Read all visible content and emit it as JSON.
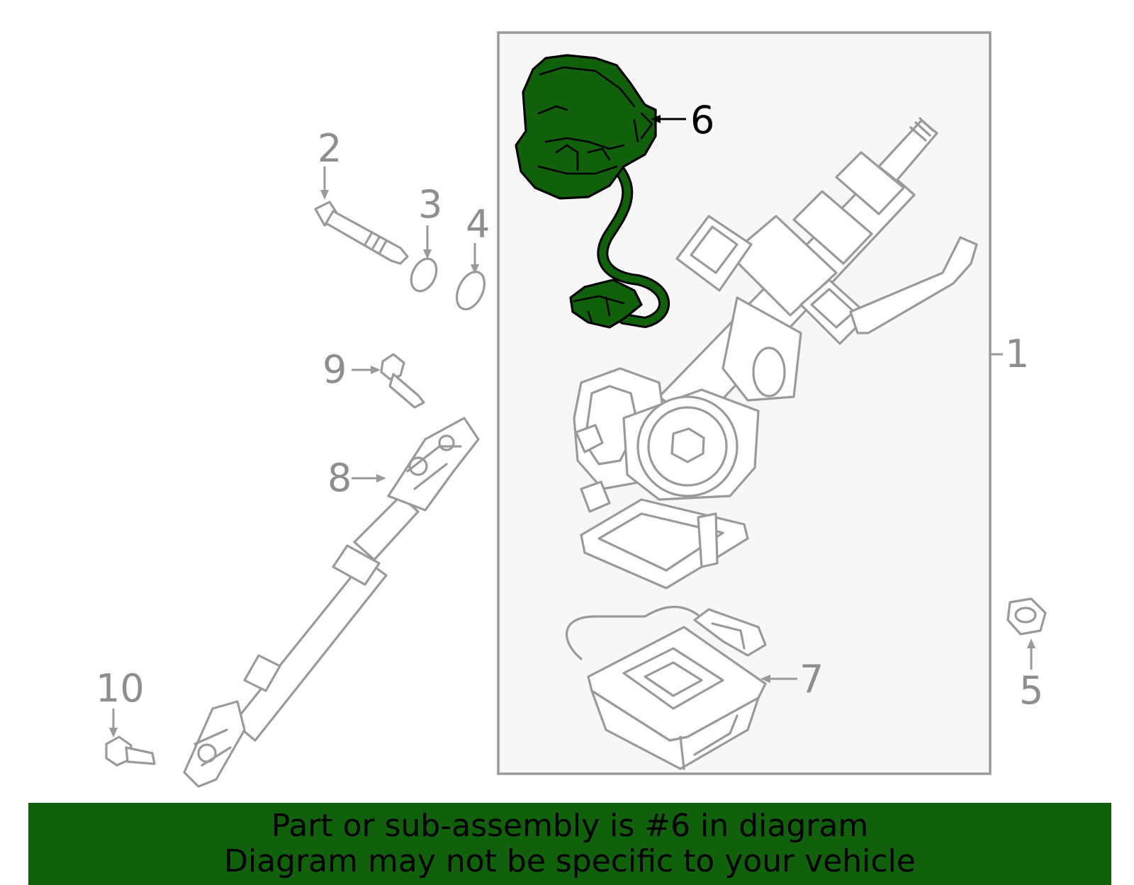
{
  "diagram": {
    "callouts": [
      {
        "id": "1",
        "label": "1"
      },
      {
        "id": "2",
        "label": "2"
      },
      {
        "id": "3",
        "label": "3"
      },
      {
        "id": "4",
        "label": "4"
      },
      {
        "id": "5",
        "label": "5"
      },
      {
        "id": "6",
        "label": "6",
        "highlighted": true
      },
      {
        "id": "7",
        "label": "7"
      },
      {
        "id": "8",
        "label": "8"
      },
      {
        "id": "9",
        "label": "9"
      },
      {
        "id": "10",
        "label": "10"
      }
    ],
    "highlight_color": "#10600c",
    "line_color": "#9a9a9a",
    "box_fill": "#f7f7f7"
  },
  "banner": {
    "line1": "Part or sub-assembly is #6 in diagram",
    "line2": "Diagram may not be specific to your vehicle"
  }
}
